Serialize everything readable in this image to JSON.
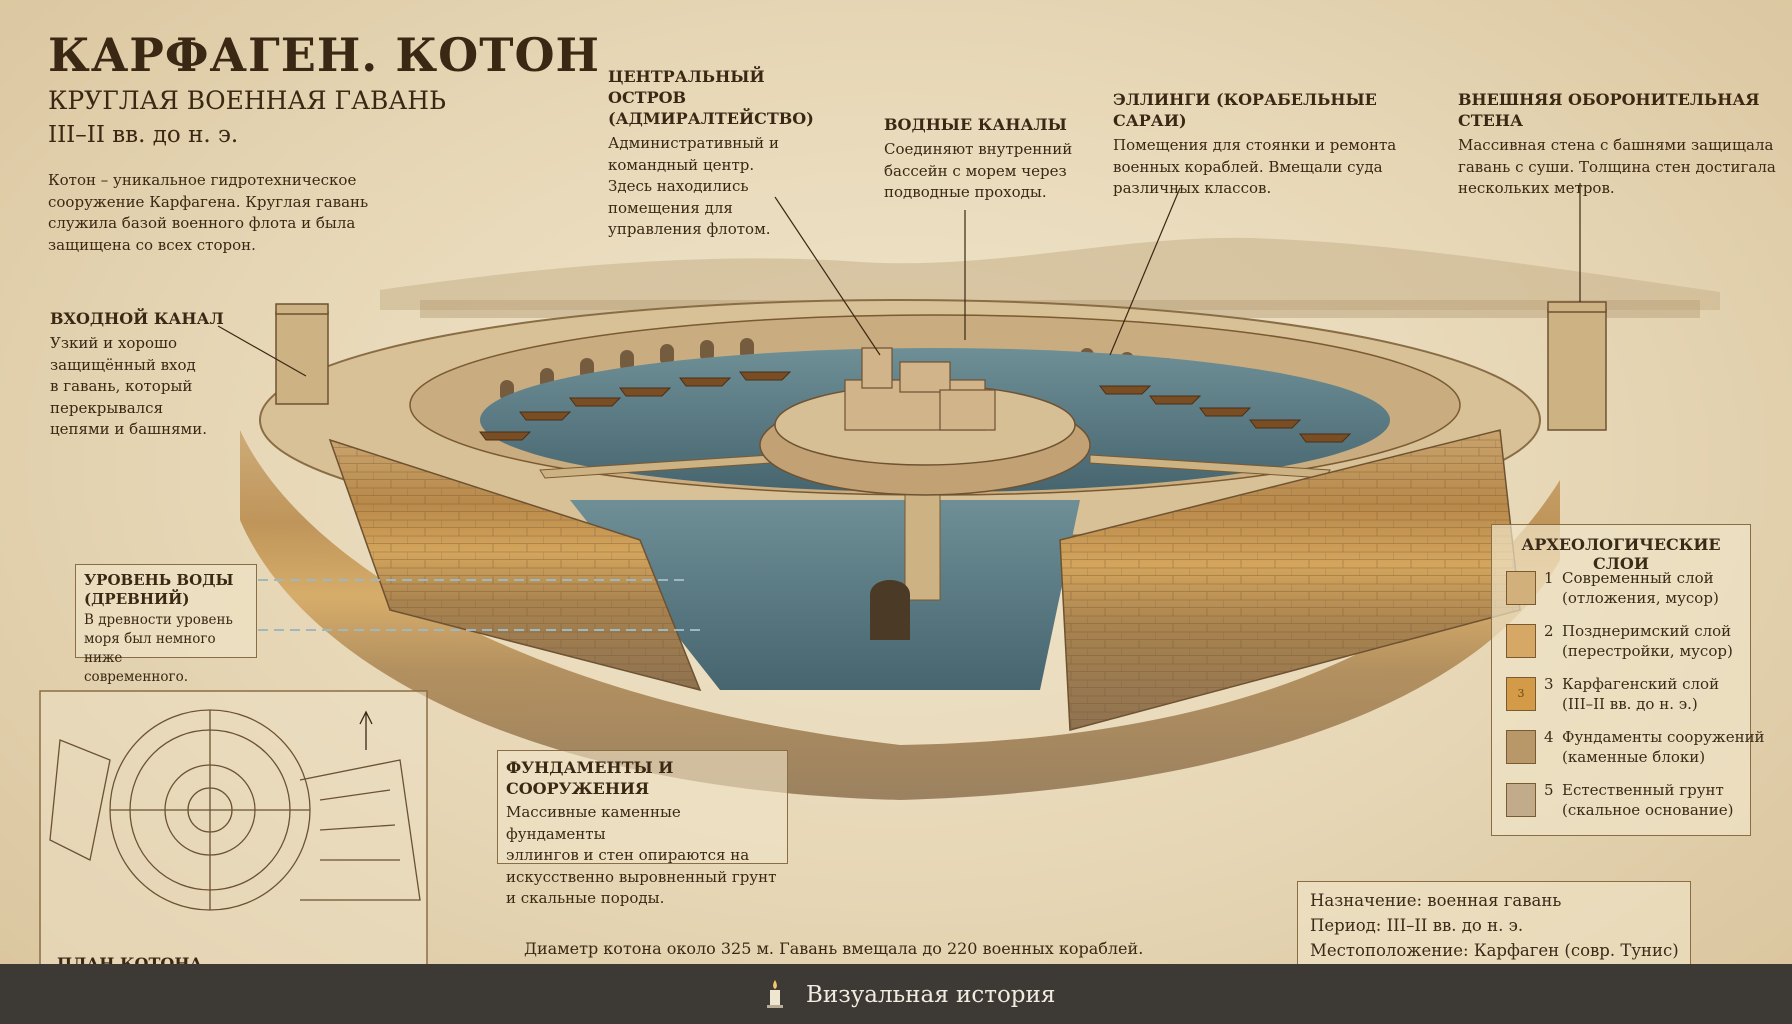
{
  "header": {
    "title": "КАРФАГЕН. КОТОН",
    "subtitle": "КРУГЛАЯ ВОЕННАЯ ГАВАНЬ",
    "period": "III–II вв. до н. э."
  },
  "intro": [
    "Котон – уникальное гидротехническое",
    "сооружение Карфагена. Круглая гавань",
    "служила базой военного флота и была",
    "защищена со всех сторон."
  ],
  "callouts": {
    "island": {
      "title": [
        "ЦЕНТРАЛЬНЫЙ ОСТРОВ",
        "(АДМИРАЛТЕЙСТВО)"
      ],
      "text": [
        "Административный и",
        "командный центр.",
        "Здесь находились",
        "помещения для",
        "управления флотом."
      ]
    },
    "canals": {
      "title": "ВОДНЫЕ КАНАЛЫ",
      "text": [
        "Соединяют внутренний",
        "бассейн с морем через",
        "подводные проходы."
      ]
    },
    "sheds": {
      "title": "ЭЛЛИНГИ (КОРАБЕЛЬНЫЕ САРАИ)",
      "text": [
        "Помещения для стоянки и ремонта",
        "военных кораблей. Вмещали суда",
        "различных классов."
      ]
    },
    "wall": {
      "title": "ВНЕШНЯЯ ОБОРОНИТЕЛЬНАЯ СТЕНА",
      "text": [
        "Массивная стена с башнями защищала",
        "гавань с суши. Толщина стен достигала",
        "нескольких метров."
      ]
    },
    "entrance": {
      "title": "ВХОДНОЙ КАНАЛ",
      "text": [
        "Узкий и хорошо",
        "защищённый вход",
        "в гавань, который",
        "перекрывался",
        "цепями и башнями."
      ]
    },
    "water": {
      "title": [
        "УРОВЕНЬ ВОДЫ",
        "(ДРЕВНИЙ)"
      ],
      "text": [
        "В древности уровень",
        "моря был немного ниже",
        "современного."
      ]
    },
    "foundations": {
      "title": "ФУНДАМЕНТЫ И СООРУЖЕНИЯ",
      "text": [
        "Массивные каменные фундаменты",
        "эллингов и стен опираются на",
        "искусственно выровненный грунт",
        "и скальные породы."
      ]
    }
  },
  "legend": {
    "title": "АРХЕОЛОГИЧЕСКИЕ СЛОИ",
    "items": [
      {
        "num": "1",
        "line1": "Современный слой",
        "line2": "(отложения, мусор)",
        "color": "#d2b07c"
      },
      {
        "num": "2",
        "line1": "Позднеримский слой",
        "line2": "(перестройки, мусор)",
        "color": "#d6a765"
      },
      {
        "num": "3",
        "line1": "Карфагенский слой",
        "line2": "(III–II вв. до н. э.)",
        "color": "#d39a48",
        "mark": "3"
      },
      {
        "num": "4",
        "line1": "Фундаменты сооружений",
        "line2": "(каменные блоки)",
        "color": "#b89768"
      },
      {
        "num": "5",
        "line1": "Естественный грунт",
        "line2": "(скальное основание)",
        "color": "#c2ab8a"
      }
    ]
  },
  "plan_label": "ПЛАН КОТОНА",
  "caption": "Диаметр котона около 325 м. Гавань вмещала до 220 военных кораблей.",
  "info": {
    "purpose": "Назначение: военная гавань",
    "period": "Период: III–II вв. до н. э.",
    "location": "Местоположение: Карфаген (совр. Тунис)"
  },
  "footer": {
    "brand": "Визуальная история"
  },
  "colors": {
    "water": "#5b7b86",
    "stone": "#c9ad80",
    "wall_face": "#b38a52",
    "ink": "#3b2814",
    "footer_bg": "#3d3a36"
  }
}
